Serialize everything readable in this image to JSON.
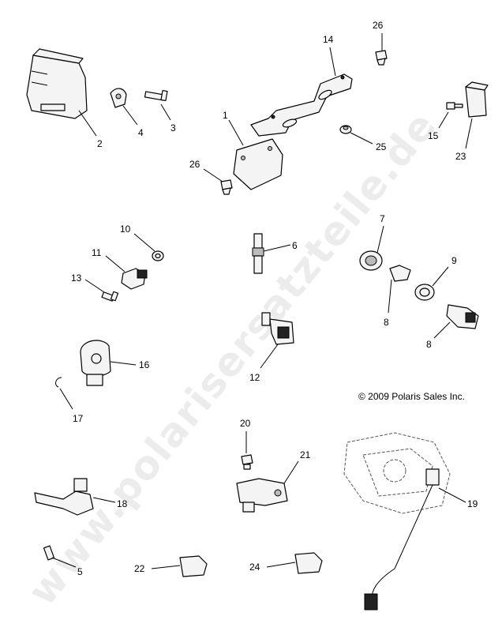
{
  "watermark": "www.polarisersatzteile.de",
  "copyright": "© 2009 Polaris Sales Inc.",
  "callouts": {
    "c1": "1",
    "c2": "2",
    "c3": "3",
    "c4": "4",
    "c5": "5",
    "c6": "6",
    "c7": "7",
    "c8a": "8",
    "c8b": "8",
    "c9": "9",
    "c10": "10",
    "c11": "11",
    "c12": "12",
    "c13": "13",
    "c14": "14",
    "c15": "15",
    "c16": "16",
    "c17": "17",
    "c18": "18",
    "c19": "19",
    "c20": "20",
    "c21": "21",
    "c22": "22",
    "c23": "23",
    "c24": "24",
    "c25": "25",
    "c26a": "26",
    "c26b": "26"
  }
}
